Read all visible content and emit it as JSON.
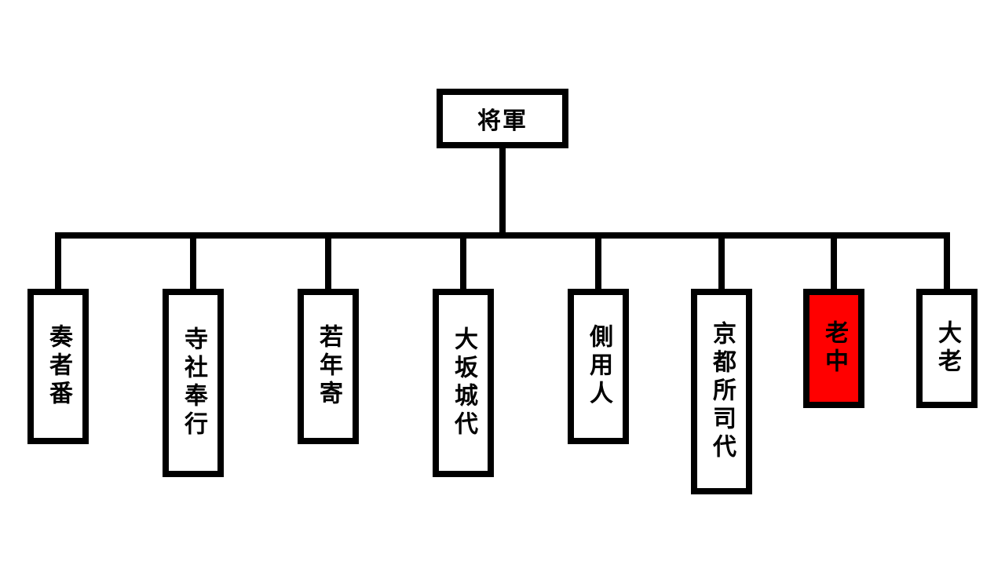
{
  "diagram": {
    "root": {
      "label": "将軍"
    },
    "children": [
      {
        "label": "奏者番"
      },
      {
        "label": "寺社奉行"
      },
      {
        "label": "若年寄"
      },
      {
        "label": "大坂城代"
      },
      {
        "label": "側用人"
      },
      {
        "label": "京都所司代"
      },
      {
        "label": "老中",
        "highlight_color": "#ff0000"
      },
      {
        "label": "大老"
      }
    ]
  }
}
